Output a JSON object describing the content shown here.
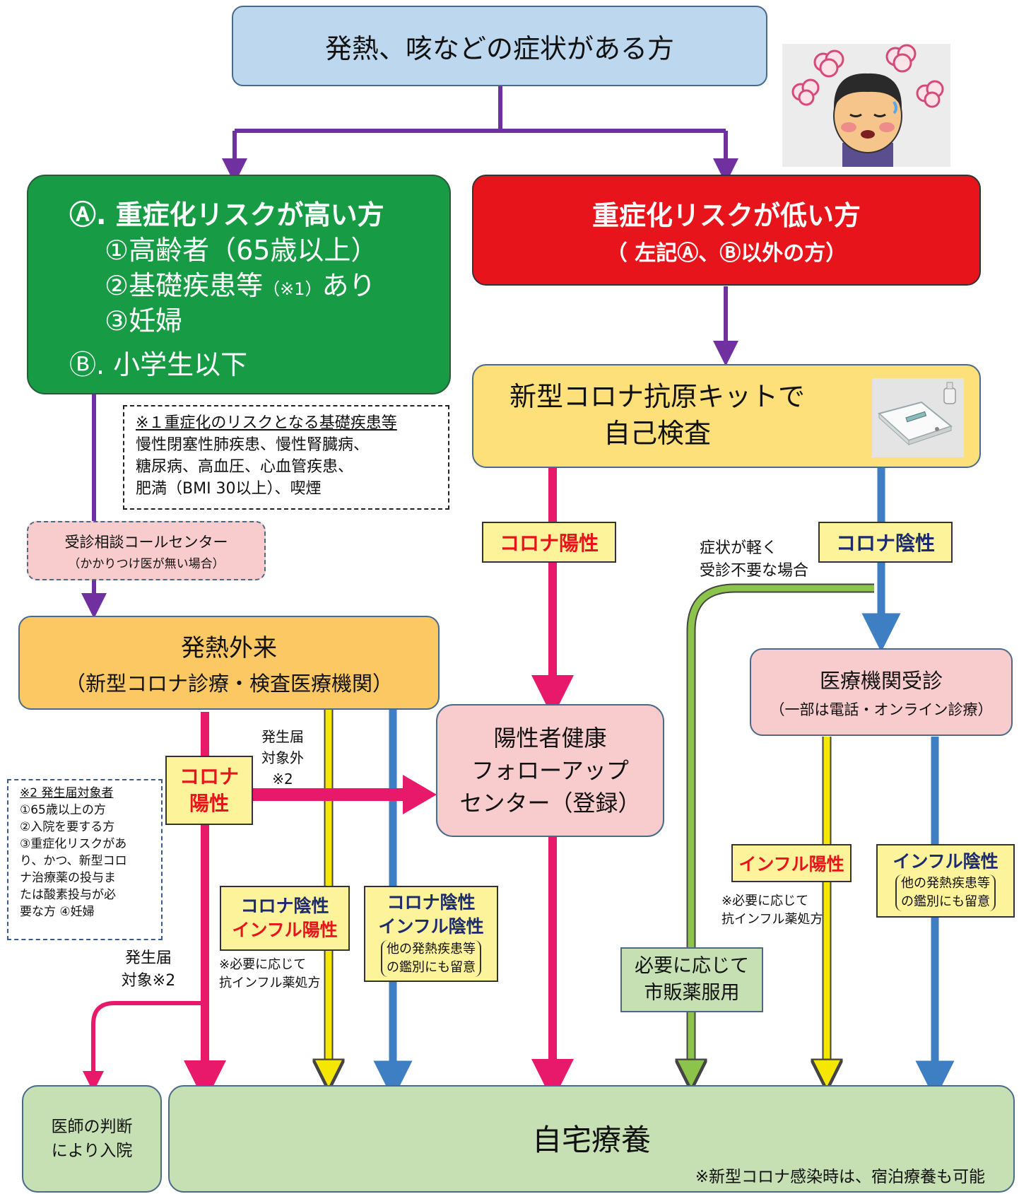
{
  "top_box": {
    "text": "発熱、咳などの症状がある方"
  },
  "high_risk": {
    "a_title": "Ⓐ. 重症化リスクが高い方",
    "items": [
      "①高齢者（65歳以上）",
      "②基礎疾患等",
      "③妊婦"
    ],
    "item2_note": "（※1）",
    "item2_tail": "あり",
    "b_title": "Ⓑ. 小学生以下"
  },
  "low_risk": {
    "title": "重症化リスクが低い方",
    "subtitle": "（ 左記Ⓐ、Ⓑ以外の方）"
  },
  "note1": {
    "title": "※１重症化のリスクとなる基礎疾患等",
    "lines": [
      "慢性閉塞性肺疾患、慢性腎臓病、",
      "糖尿病、高血圧、心血管疾患、",
      "肥満（BMI 30以上）、喫煙"
    ]
  },
  "call_center": {
    "title": "受診相談コールセンター",
    "subtitle": "（かかりつけ医が無い場合）"
  },
  "antigen": {
    "line1": "新型コロナ抗原キットで",
    "line2": "自己検査"
  },
  "fever_clinic": {
    "title": "発熱外来",
    "subtitle": "（新型コロナ診療・検査医療機関）"
  },
  "label_corona_pos_right": "コロナ陽性",
  "label_corona_neg_right": "コロナ陰性",
  "mild_note": {
    "line1": "症状が軽く",
    "line2": "受診不要な場合"
  },
  "medical_visit": {
    "title": "医療機関受診",
    "subtitle": "（一部は電話・オンライン診療）"
  },
  "followup": {
    "line1": "陽性者健康",
    "line2": "フォローアップ",
    "line3": "センター（登録）"
  },
  "not_subject": {
    "line1": "発生届",
    "line2": "対象外",
    "line3": "※2"
  },
  "corona_pos_left": {
    "line1": "コロナ",
    "line2": "陽性"
  },
  "note2": {
    "title": "※2 発生届対象者",
    "lines": [
      "①65歳以上の方",
      "②入院を要する方",
      "③重症化リスクがあ",
      "り、かつ、新型コロ",
      "ナ治療薬の投与ま",
      "たは酸素投与が必",
      "要な方 ④妊婦"
    ]
  },
  "neg_flu_pos": {
    "line1": "コロナ陰性",
    "line2": "インフル陽性"
  },
  "neg_flu_neg": {
    "line1": "コロナ陰性",
    "line2": "インフル陰性",
    "note1": "他の発熱疾患等",
    "note2": "の鑑別にも留意"
  },
  "antiflu_note_left": {
    "line1": "※必要に応じて",
    "line2": "抗インフル薬処方"
  },
  "subject": {
    "line1": "発生届",
    "line2": "対象※2"
  },
  "otc": {
    "line1": "必要に応じて",
    "line2": "市販薬服用"
  },
  "flu_pos": {
    "text": "インフル陽性"
  },
  "flu_neg": {
    "title": "インフル陰性",
    "note1": "他の発熱疾患等",
    "note2": "の鑑別にも留意"
  },
  "antiflu_note_right": {
    "line1": "※必要に応じて",
    "line2": "抗インフル薬処方"
  },
  "hospital": {
    "line1": "医師の判断",
    "line2": "により入院"
  },
  "home": {
    "title": "自宅療養",
    "note": "※新型コロナ感染時は、宿泊療養も可能"
  },
  "colors": {
    "purple": "#7030a0",
    "pink": "#e8186a",
    "yellow": "#f5e700",
    "blue": "#3e7ec2",
    "lime": "#8cc34a",
    "light_blue_box": "#bdd7ee",
    "green_box": "#179c45",
    "red_box": "#e8141c",
    "yellow_box": "#fde07a",
    "orange_box": "#fbc863",
    "pink_box": "#f8cbcd",
    "light_green_box": "#c6e0b4"
  },
  "icons": [
    "sick-person-icon",
    "antigen-test-kit-icon"
  ]
}
